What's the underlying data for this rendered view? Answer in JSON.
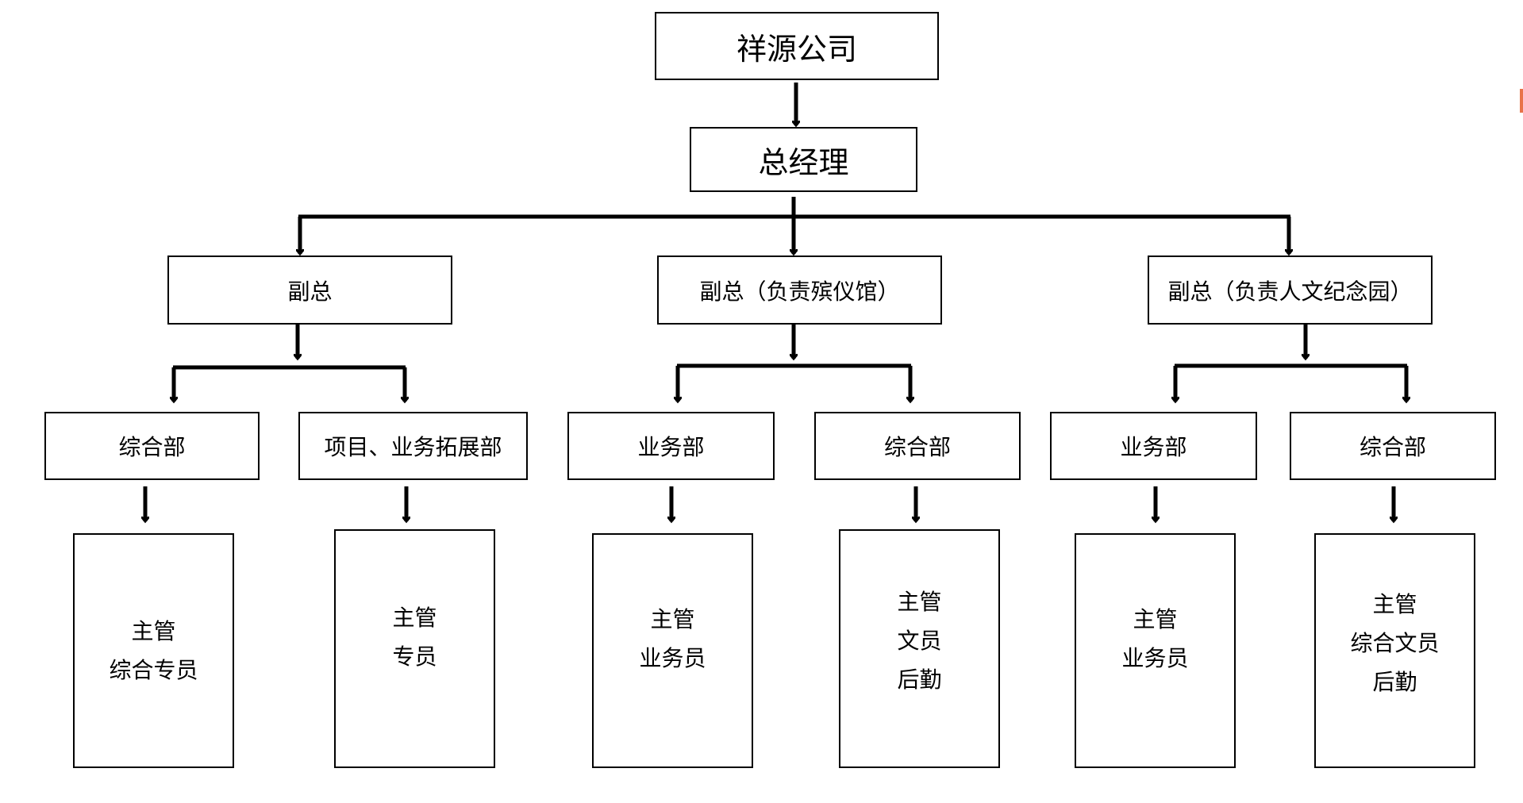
{
  "root": {
    "label": "祥源公司"
  },
  "gm": {
    "label": "总经理"
  },
  "vps": [
    {
      "label": "副总"
    },
    {
      "label": "副总（负责殡仪馆）"
    },
    {
      "label": "副总（负责人文纪念园）"
    }
  ],
  "departments": [
    {
      "label": "综合部",
      "roles": [
        "主管",
        "综合专员"
      ]
    },
    {
      "label": "项目、业务拓展部",
      "roles": [
        "主管",
        "专员"
      ]
    },
    {
      "label": "业务部",
      "roles": [
        "主管",
        "业务员"
      ]
    },
    {
      "label": "综合部",
      "roles": [
        "主管",
        "文员",
        "后勤"
      ]
    },
    {
      "label": "业务部",
      "roles": [
        "主管",
        "业务员"
      ]
    },
    {
      "label": "综合部",
      "roles": [
        "主管",
        "综合文员",
        "后勤"
      ]
    }
  ],
  "colors": {
    "stroke": "#000000",
    "background": "#ffffff",
    "edge_accent": "#e8734a"
  }
}
